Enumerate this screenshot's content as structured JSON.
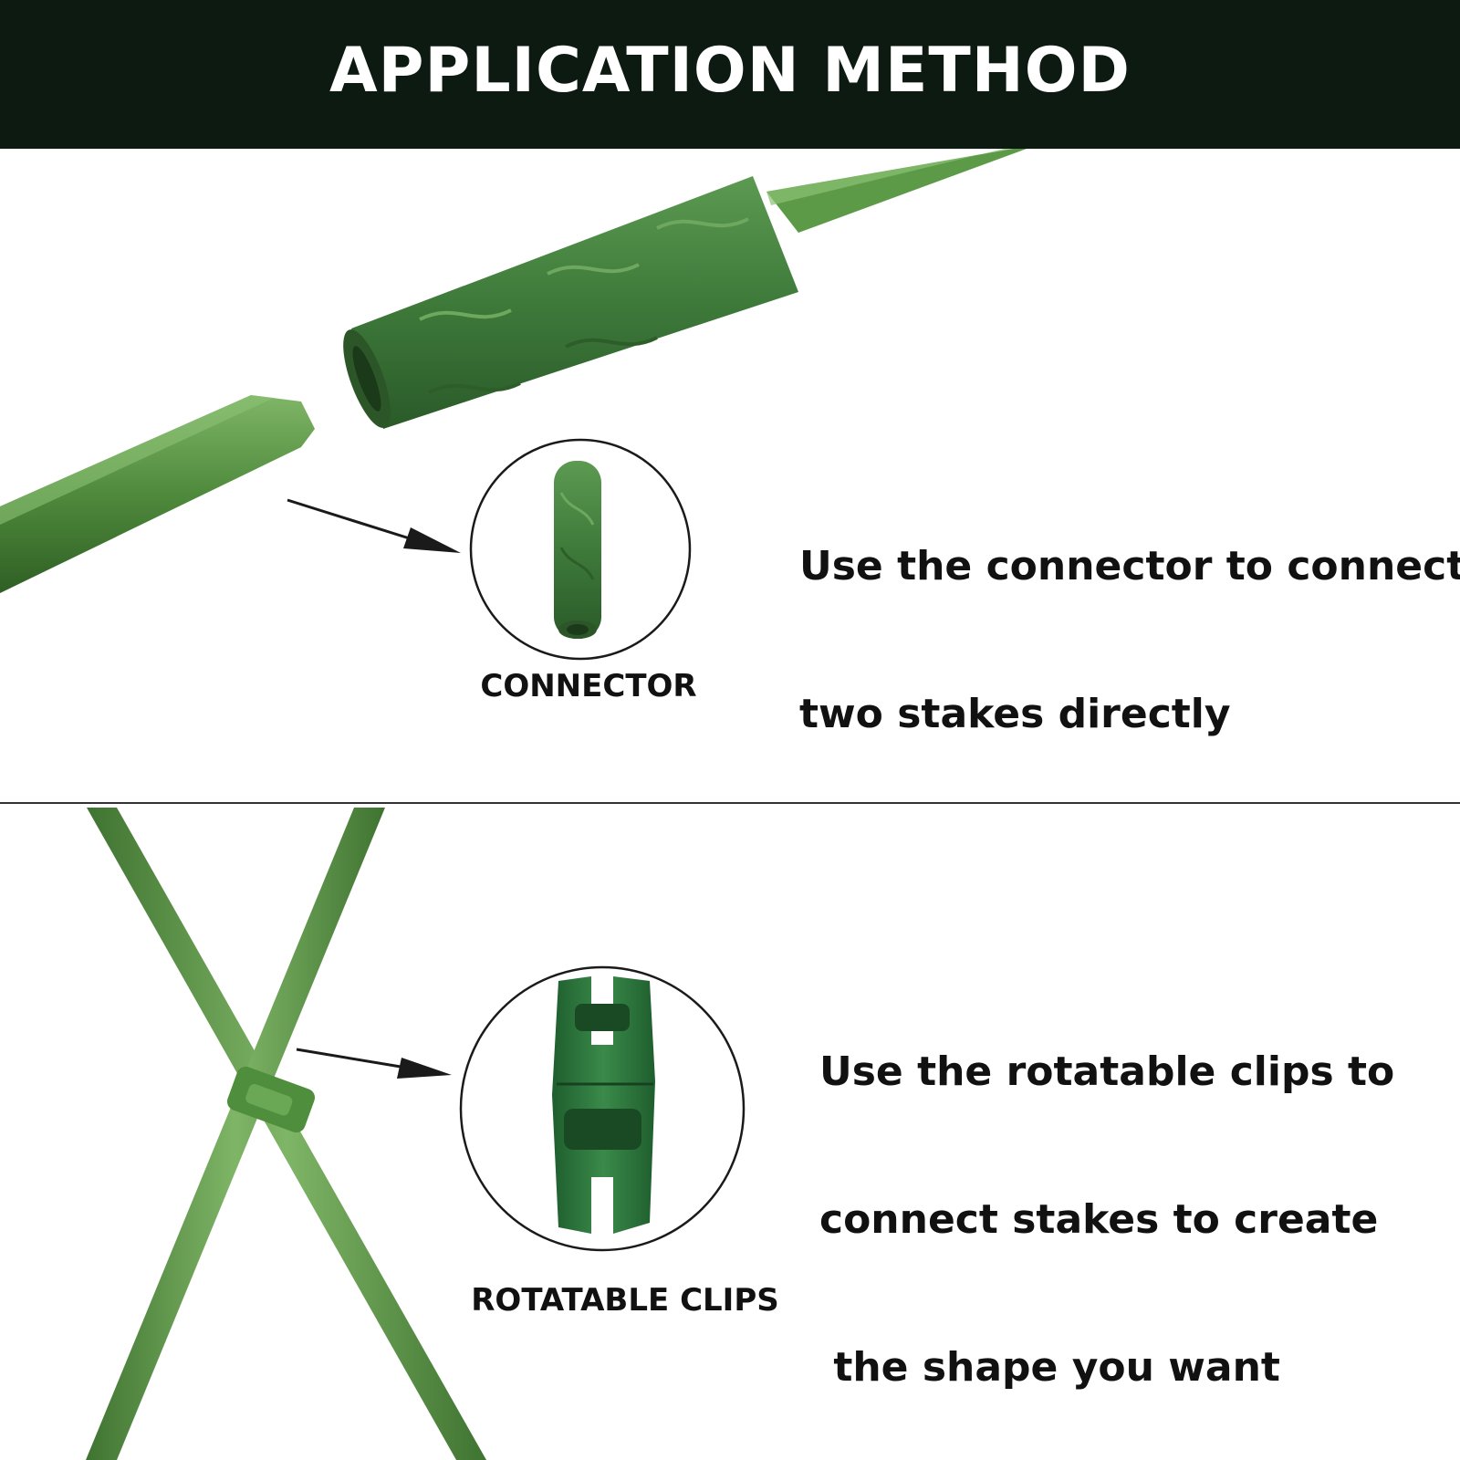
{
  "header": {
    "title": "APPLICATION METHOD"
  },
  "section_connector": {
    "description_line1": "Use the connector to connect",
    "description_line2": "two stakes directly",
    "label": "CONNECTOR"
  },
  "section_clips": {
    "description_line1": "Use the rotatable clips to",
    "description_line2": "connect stakes to create",
    "description_line3": " the shape you want",
    "label": "ROTATABLE CLIPS"
  },
  "colors": {
    "header_bg": "#0c1a12",
    "stake_green": "#4f8a3c",
    "connector_green": "#3e7a3a",
    "clip_green": "#2f7a3e"
  }
}
